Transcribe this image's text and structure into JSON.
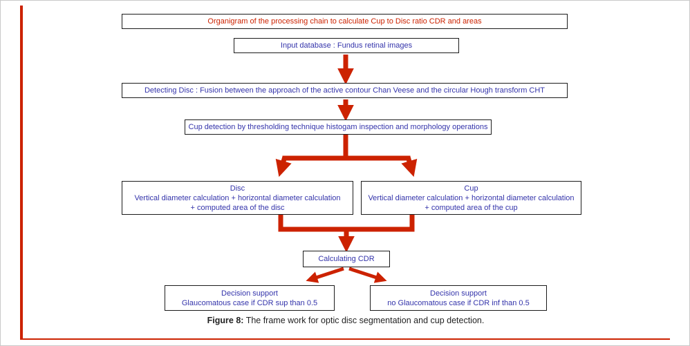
{
  "flowchart": {
    "title": "Organigram of the processing chain to calculate Cup to Disc ratio CDR and areas",
    "input": "Input database : Fundus retinal images",
    "detect": "Detecting Disc : Fusion between the approach of the active contour Chan Veese  and the circular Hough transform CHT",
    "cup_detect": "Cup detection by thresholding technique histogam inspection  and morphology operations",
    "disc": {
      "title": "Disc",
      "line1": "Vertical diameter calculation + horizontal diameter calculation",
      "line2": "+ computed area of the disc"
    },
    "cup": {
      "title": "Cup",
      "line1": "Vertical diameter calculation + horizontal diameter calculation",
      "line2": "+ computed area of the cup"
    },
    "cdr": "Calculating CDR",
    "decision_left": {
      "line1": "Decision support",
      "line2": "Glaucomatous case if CDR sup than 0.5"
    },
    "decision_right": {
      "line1": "Decision support",
      "line2": "no Glaucomatous case if CDR inf than 0.5"
    },
    "colors": {
      "arrow": "#cc2200",
      "box_text": "#3333aa",
      "title_text": "#cc2200"
    }
  },
  "caption": {
    "label": "Figure 8:",
    "text": " The frame work for optic disc segmentation and cup detection."
  }
}
